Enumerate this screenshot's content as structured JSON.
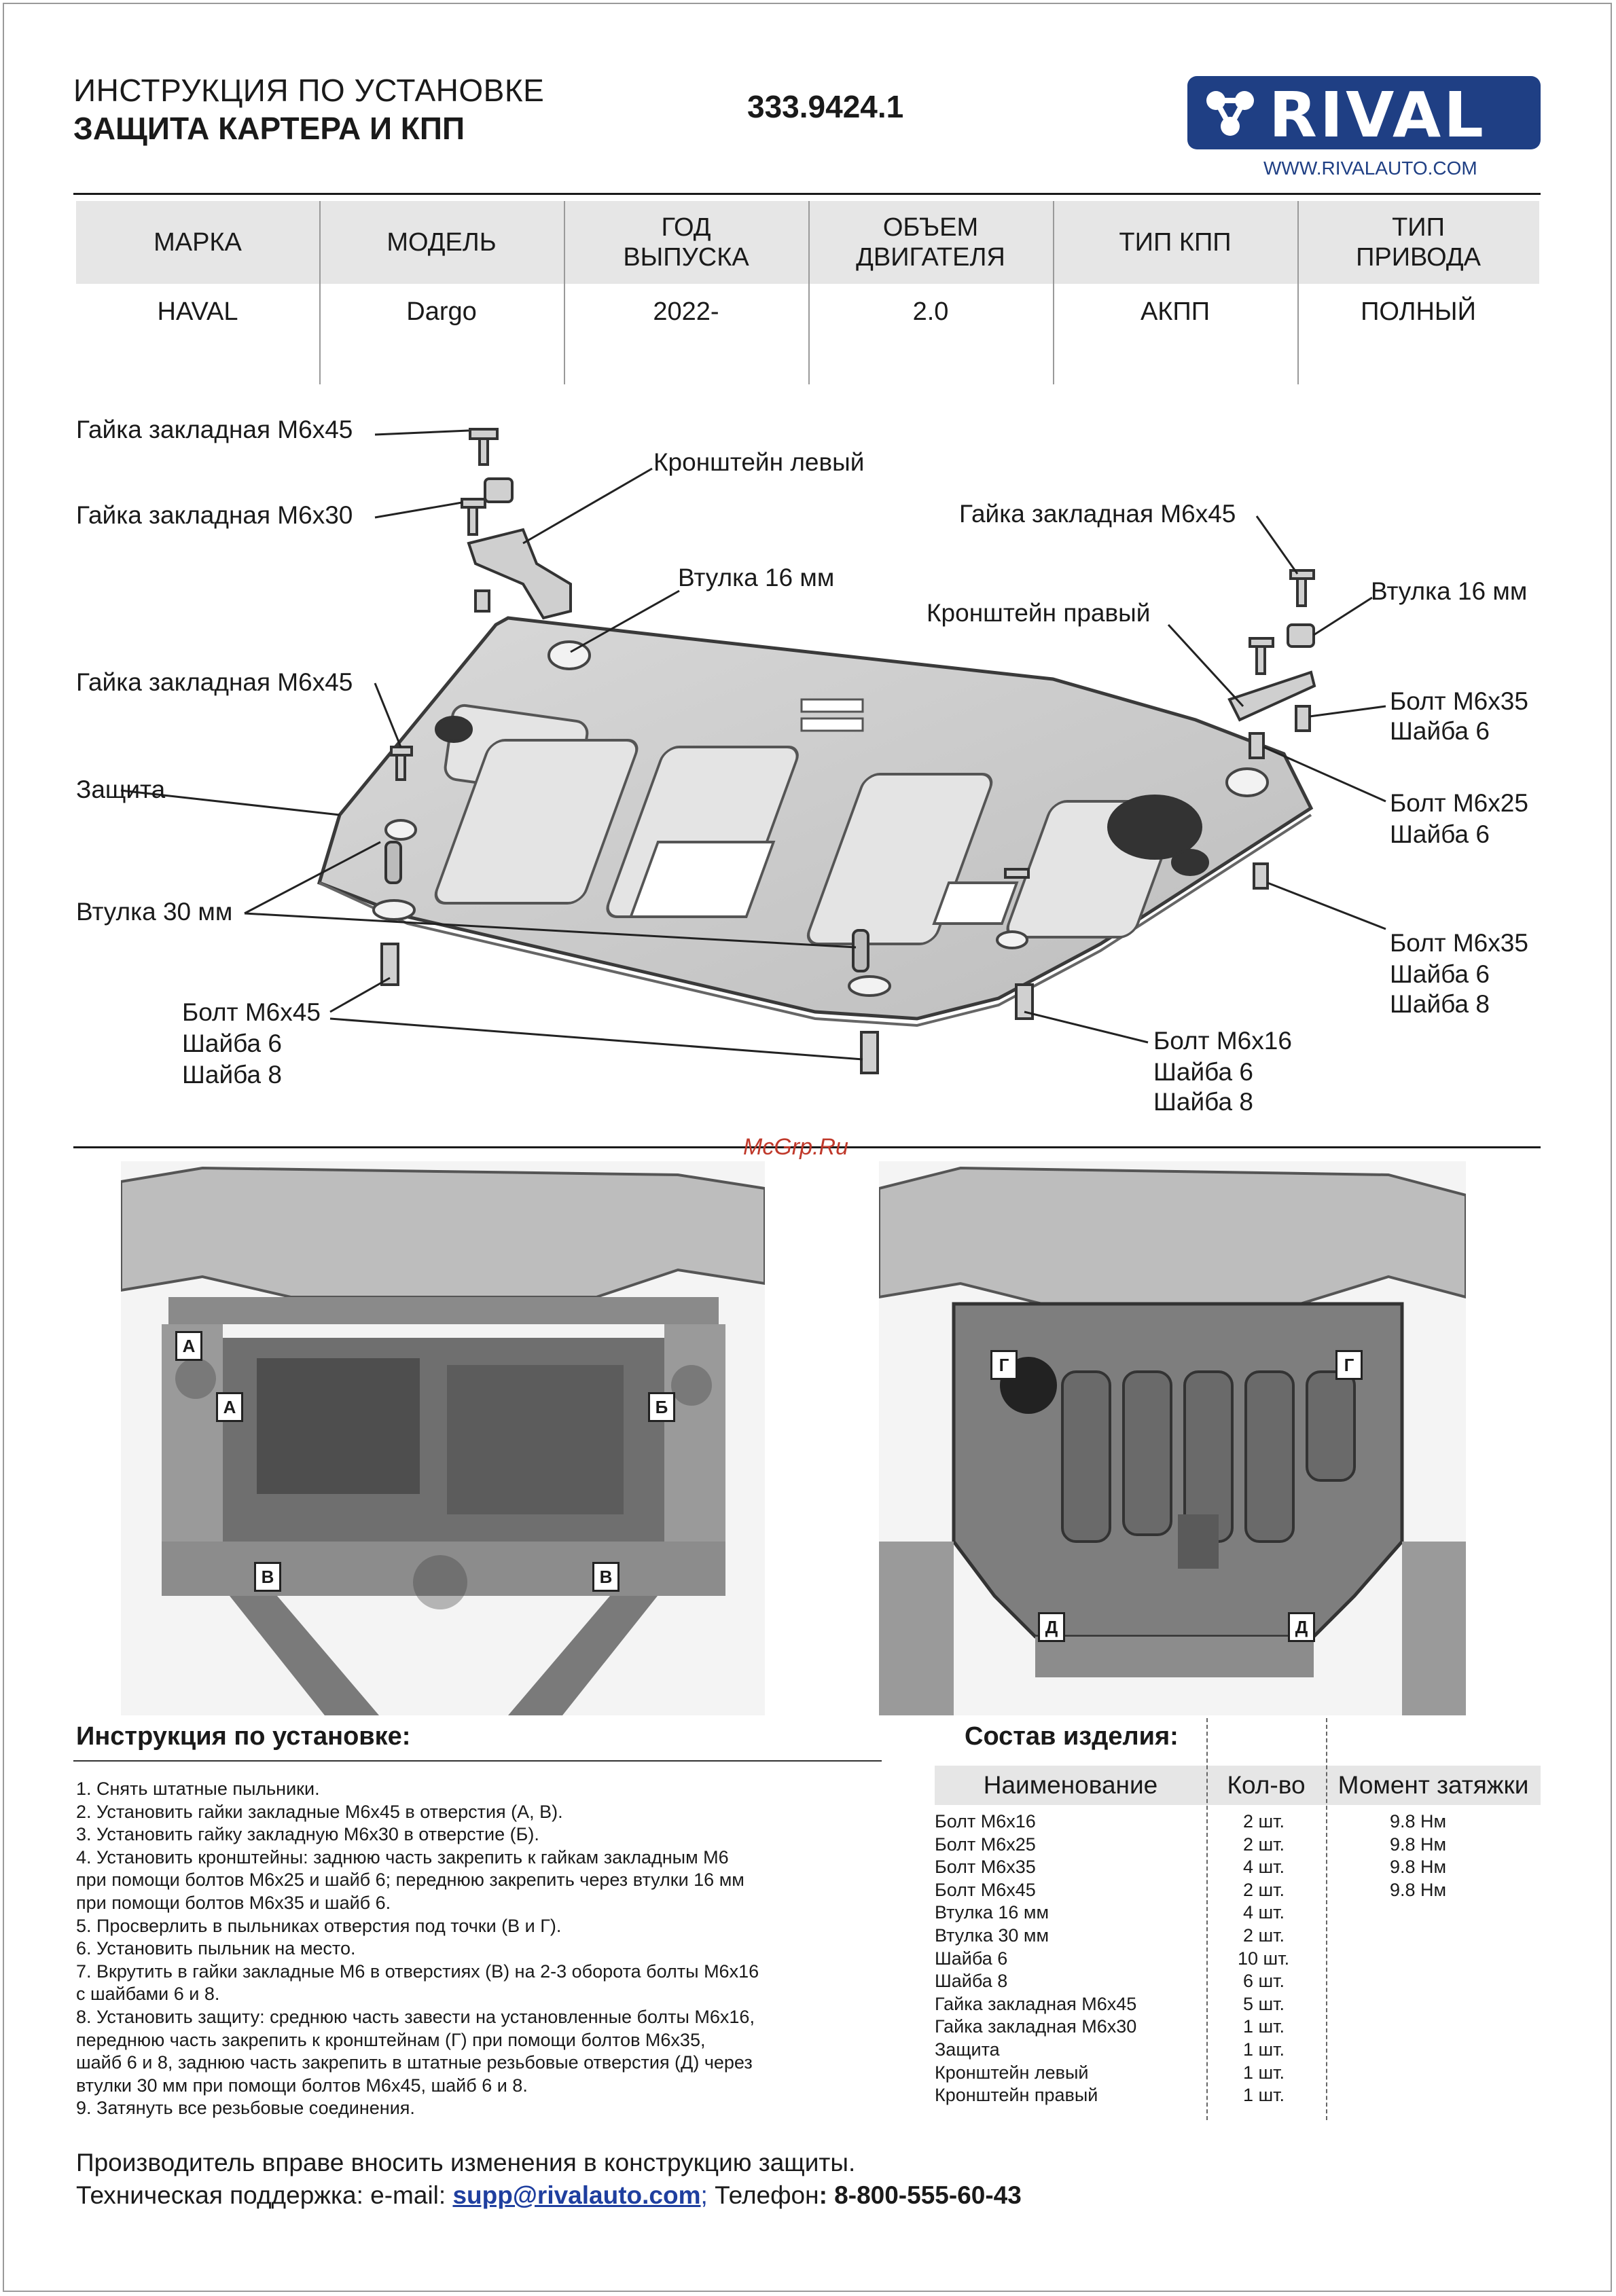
{
  "header": {
    "title_line1": "ИНСТРУКЦИЯ ПО УСТАНОВКЕ",
    "title_line2": "ЗАЩИТА КАРТЕРА И КПП",
    "part_number": "333.9424.1",
    "brand_logo": "RIVAL",
    "website": "WWW.RIVALAUTO.COM"
  },
  "model_table": {
    "headers": [
      "МАРКА",
      "МОДЕЛЬ",
      "ГОД\nВЫПУСКА",
      "ОБЪЕМ\nДВИГАТЕЛЯ",
      "ТИП КПП",
      "ТИП\nПРИВОДА"
    ],
    "values": [
      "HAVAL",
      "Dargo",
      "2022-",
      "2.0",
      "АКПП",
      "ПОЛНЫЙ"
    ]
  },
  "diagram_labels": {
    "nut_m6x45_top": "Гайка закладная М6х45",
    "nut_m6x30": "Гайка закладная М6х30",
    "bracket_left": "Кронштейн левый",
    "bushing_16_left": "Втулка 16 мм",
    "nut_m6x45_right": "Гайка закладная М6х45",
    "bushing_16_right": "Втулка 16 мм",
    "bracket_right": "Кронштейн правый",
    "nut_m6x45_mid": "Гайка закладная М6х45",
    "bolt_m6x35_right": [
      "Болт М6х35",
      "Шайба 6"
    ],
    "shield": "Защита",
    "bolt_m6x25": [
      "Болт М6х25",
      "Шайба 6"
    ],
    "bushing_30": "Втулка 30 мм",
    "bolt_m6x35_lower": [
      "Болт М6х35",
      "Шайба 6",
      "Шайба 8"
    ],
    "bolt_m6x45": [
      "Болт М6х45",
      "Шайба 6",
      "Шайба 8"
    ],
    "bolt_m6x16": [
      "Болт М6х16",
      "Шайба 6",
      "Шайба 8"
    ]
  },
  "watermark": "McGrp.Ru",
  "photo_markers": {
    "left": [
      "А",
      "А",
      "Б",
      "В",
      "В"
    ],
    "right": [
      "Г",
      "Г",
      "Д",
      "Д"
    ]
  },
  "instructions": {
    "title": "Инструкция по установке:",
    "steps": [
      "1. Снять штатные пыльники.",
      "2. Установить гайки закладные М6х45 в отверстия (А, В).",
      "3. Установить гайку закладную М6х30 в отверстие (Б).",
      "4. Установить кронштейны: заднюю часть закрепить к гайкам закладным М6",
      "при помощи болтов М6х25 и шайб 6; переднюю закрепить через втулки 16 мм",
      "при помощи болтов М6х35 и шайб 6.",
      "5. Просверлить в пыльниках отверстия под точки (В и Г).",
      "6. Установить пыльник на место.",
      "7. Вкрутить в гайки закладные М6 в отверстиях (В) на 2-3 оборота болты М6х16",
      "с шайбами 6 и 8.",
      "8. Установить защиту: среднюю часть завести на установленные болты М6х16,",
      "переднюю часть закрепить к кронштейнам (Г) при помощи болтов М6х35,",
      "шайб 6 и 8, заднюю часть закрепить в штатные резьбовые отверстия (Д) через",
      "втулки 30 мм при помощи болтов М6х45, шайб 6 и 8.",
      "9. Затянуть все резьбовые соединения."
    ]
  },
  "parts": {
    "title": "Состав изделия:",
    "headers": [
      "Наименование",
      "Кол-во",
      "Момент затяжки"
    ],
    "rows": [
      {
        "name": "Болт М6х16",
        "qty": "2 шт.",
        "torque": "9.8 Нм"
      },
      {
        "name": "Болт М6х25",
        "qty": "2 шт.",
        "torque": "9.8 Нм"
      },
      {
        "name": "Болт М6х35",
        "qty": "4 шт.",
        "torque": "9.8 Нм"
      },
      {
        "name": "Болт М6х45",
        "qty": "2 шт.",
        "torque": "9.8 Нм"
      },
      {
        "name": "Втулка 16 мм",
        "qty": "4 шт.",
        "torque": ""
      },
      {
        "name": "Втулка 30 мм",
        "qty": "2 шт.",
        "torque": ""
      },
      {
        "name": "Шайба 6",
        "qty": "10 шт.",
        "torque": ""
      },
      {
        "name": "Шайба 8",
        "qty": "6 шт.",
        "torque": ""
      },
      {
        "name": "Гайка закладная М6х45",
        "qty": "5 шт.",
        "torque": ""
      },
      {
        "name": "Гайка закладная М6х30",
        "qty": "1 шт.",
        "torque": ""
      },
      {
        "name": "Защита",
        "qty": "1 шт.",
        "torque": ""
      },
      {
        "name": "Кронштейн левый",
        "qty": "1 шт.",
        "torque": ""
      },
      {
        "name": "Кронштейн правый",
        "qty": "1 шт.",
        "torque": ""
      }
    ]
  },
  "footer": {
    "disclaimer": "Производитель вправе вносить изменения в конструкцию защиты.",
    "support_prefix": "Техническая поддержка:  e-mail: ",
    "email": "supp@rivalauto.com",
    "separator": ";",
    "phone_label": " Телефон",
    "phone": ": 8-800-555-60-43"
  },
  "colors": {
    "brand_blue": "#1f3f84",
    "link_blue": "#1f3f9f",
    "table_header_gray": "#e6e6e6",
    "watermark_red": "#c0392b"
  }
}
